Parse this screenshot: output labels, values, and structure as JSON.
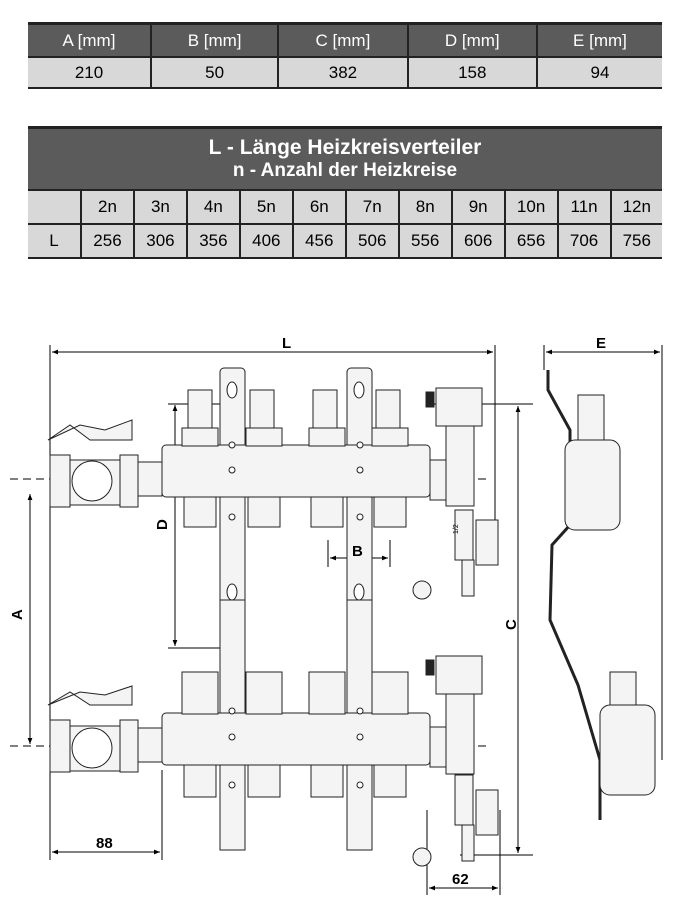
{
  "dimensions_table": {
    "headers": [
      "A [mm]",
      "B [mm]",
      "C [mm]",
      "D [mm]",
      "E [mm]"
    ],
    "values": [
      "210",
      "50",
      "382",
      "158",
      "94"
    ]
  },
  "length_table": {
    "title_line1": "L - Länge Heizkreisverteiler",
    "title_line2": "n - Anzahl der Heizkreise",
    "row_header_label": "L",
    "circuits": [
      "2n",
      "3n",
      "4n",
      "5n",
      "6n",
      "7n",
      "8n",
      "9n",
      "10n",
      "11n",
      "12n"
    ],
    "lengths": [
      "256",
      "306",
      "356",
      "406",
      "456",
      "506",
      "556",
      "606",
      "656",
      "706",
      "756"
    ]
  },
  "drawing": {
    "labels": {
      "L": "L",
      "E": "E",
      "A": "A",
      "B": "B",
      "C": "C",
      "D": "D",
      "left_offset": "88",
      "right_offset": "62"
    },
    "valve_marking": "1/2"
  }
}
